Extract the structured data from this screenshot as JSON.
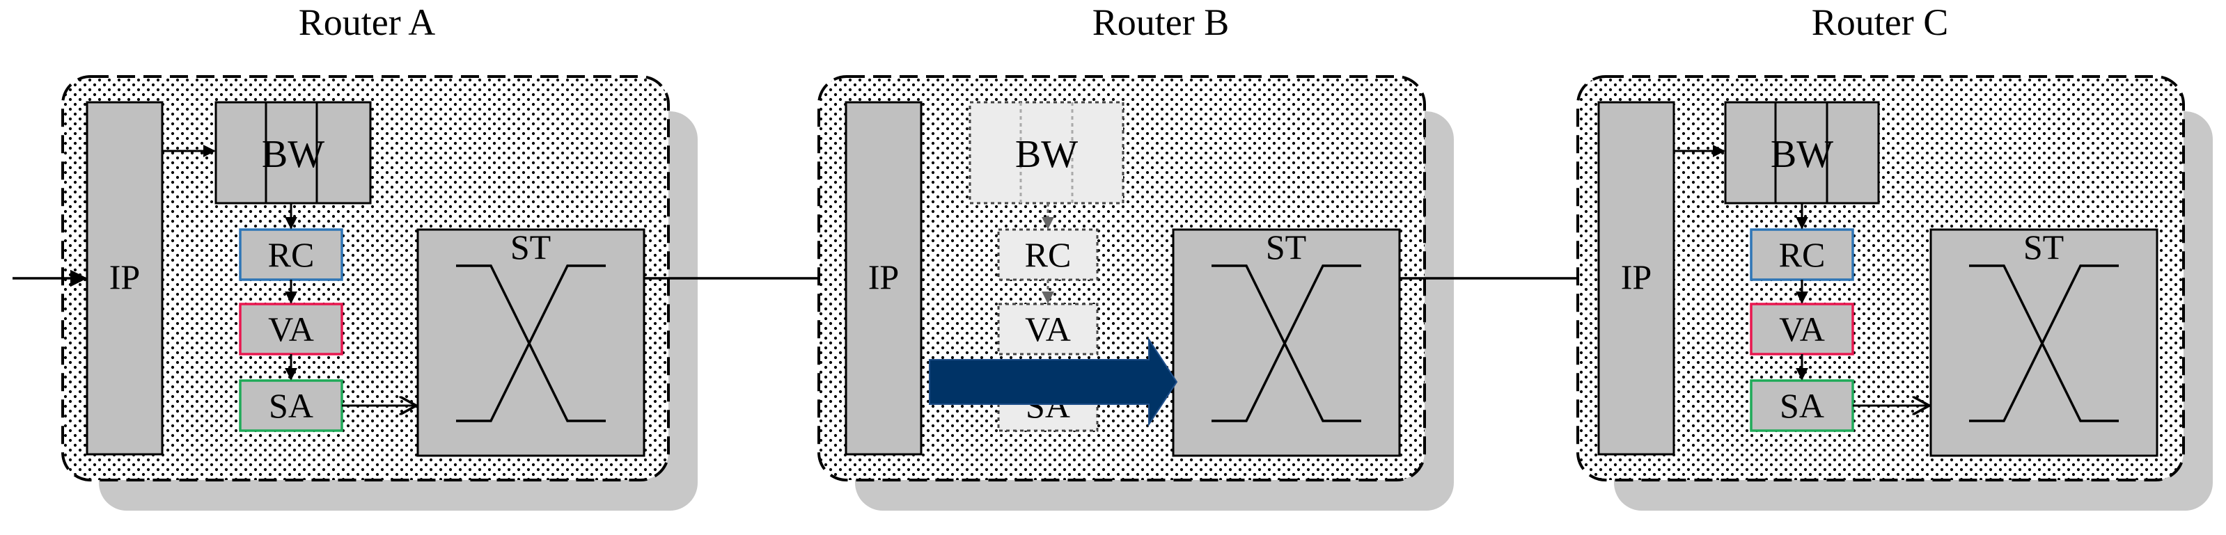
{
  "routers": [
    {
      "title": "Router A",
      "ip": "IP",
      "bw": "BW",
      "rc": "RC",
      "va": "VA",
      "sa": "SA",
      "st": "ST",
      "stages_active": true
    },
    {
      "title": "Router B",
      "ip": "IP",
      "bw": "BW",
      "rc": "RC",
      "va": "VA",
      "sa": "SA",
      "st": "ST",
      "stages_active": false,
      "bypass_arrow": true
    },
    {
      "title": "Router C",
      "ip": "IP",
      "bw": "BW",
      "rc": "RC",
      "va": "VA",
      "sa": "SA",
      "st": "ST",
      "stages_active": true
    }
  ],
  "colors": {
    "block_fill": "#c0c0c0",
    "rc": "#2e75b6",
    "va": "#e8174f",
    "sa": "#1faa59",
    "faded_fill": "#ececec",
    "faded_text": "#cfcfcf",
    "bypass_arrow": "#003366",
    "shadow": "#c8c8c8"
  }
}
